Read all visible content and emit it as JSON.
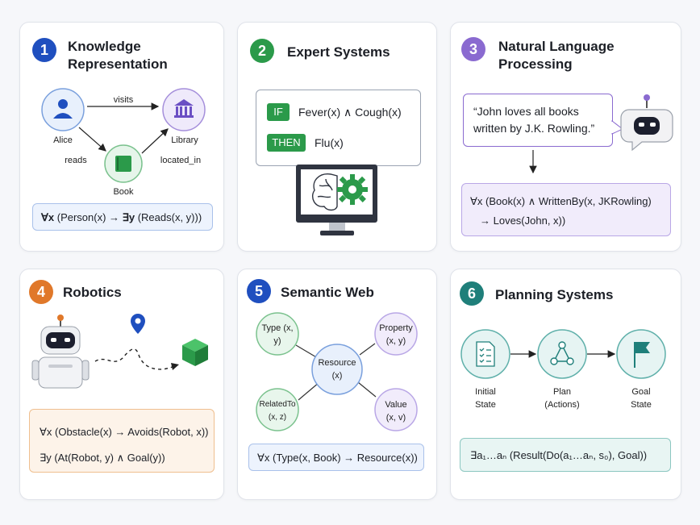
{
  "cards": [
    {
      "number": "1",
      "title": "Knowledge Representation",
      "nodes": {
        "alice": "Alice",
        "library": "Library",
        "book": "Book"
      },
      "edges": {
        "visits": "visits",
        "reads": "reads",
        "located_in": "located_in"
      },
      "formula_quant": "∀x",
      "formula_rest": " (Person(x) → ",
      "formula_quant2": "∃y",
      "formula_rest2": " (Reads(x, y)))"
    },
    {
      "number": "2",
      "title": "Expert Systems",
      "if_label": "IF",
      "if_text": "Fever(x) ∧ Cough(x)",
      "then_label": "THEN",
      "then_text": "Flu(x)"
    },
    {
      "number": "3",
      "title": "Natural Language Processing",
      "quote": "“John loves all books written by J.K. Rowling.”",
      "formula_line1": "∀x (Book(x) ∧ WrittenBy(x, JKRowling)",
      "formula_line2": "→ Loves(John, x))"
    },
    {
      "number": "4",
      "title": "Robotics",
      "formula_line1": "∀x (Obstacle(x) → Avoids(Robot, x))",
      "formula_line2": "∃y  (At(Robot, y) ∧ Goal(y))"
    },
    {
      "number": "5",
      "title": "Semantic Web",
      "center": "Resource (x)",
      "nodes": [
        "Type (x, y)",
        "Property (x, y)",
        "RelatedTo (x, z)",
        "Value (x, v)"
      ],
      "formula": "∀x (Type(x, Book) → Resource(x))"
    },
    {
      "number": "6",
      "title": "Planning Systems",
      "steps": [
        "Initial State",
        "Plan (Actions)",
        "Goal State"
      ],
      "formula": "∃a₁…aₙ (Result(Do(a₁…aₙ, s₀), Goal))"
    }
  ],
  "colors": {
    "blue": "#1f4fbf",
    "green": "#2b9a4a",
    "purple": "#8a6ad0",
    "orange": "#e0782a",
    "teal": "#1f7f7a"
  }
}
